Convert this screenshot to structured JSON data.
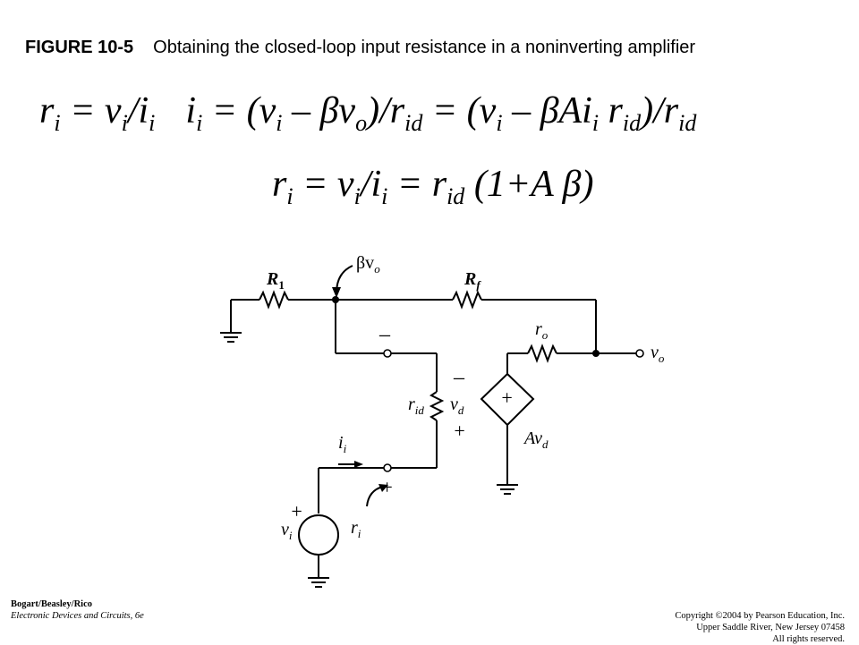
{
  "caption": {
    "figure": "FIGURE 10-5",
    "title": "Obtaining the closed-loop input resistance in a noninverting amplifier"
  },
  "equations": {
    "line1": {
      "a_lhs": "r",
      "a_lhs_sub": "i",
      "a_eq": " = v",
      "a_v_sub": "i",
      "a_slash": "/i",
      "a_i_sub": "i",
      "b_lhs": "i",
      "b_lhs_sub": "i",
      "b_eq": " = (v",
      "b_v_sub": "i",
      "b_mid": " – βv",
      "b_vo_sub": "o",
      "b_mid2": ")/r",
      "b_rid_sub": "id",
      "b_eq2": " = (v",
      "b_v2_sub": "i",
      "b_mid3": " – βAi",
      "b_ai_sub": "i",
      "b_r": " r",
      "b_r_sub": "id",
      "b_end": ")/r",
      "b_end_sub": "id"
    },
    "line2": {
      "lhs": "r",
      "lhs_sub": "i",
      "eq": " = v",
      "v_sub": "i",
      "slash": "/i",
      "i_sub": "i",
      "eq2": " = r",
      "r_sub": "id",
      "tail": " (1+A β)"
    }
  },
  "circuit": {
    "labels": {
      "r1": "R",
      "r1_sub": "1",
      "rf": "R",
      "rf_sub": "f",
      "beta_vo": "βv",
      "beta_vo_sub": "o",
      "ro": "r",
      "ro_sub": "o",
      "vo": "v",
      "vo_sub": "o",
      "rid": "r",
      "rid_sub": "id",
      "vd": "v",
      "vd_sub": "d",
      "avd": "Av",
      "avd_sub": "d",
      "ii": "i",
      "ii_sub": "i",
      "vi": "v",
      "vi_sub": "i",
      "ri": "r",
      "ri_sub": "i",
      "minus_top": "–",
      "minus_vd": "–",
      "plus_vd": "+",
      "plus_bottom": "+",
      "plus_vi": "+",
      "plus_src": "+"
    }
  },
  "credits": {
    "authors": "Bogart/Beasley/Rico",
    "book": "Electronic Devices and Circuits, 6e",
    "copyright": "Copyright ©2004 by Pearson Education, Inc.",
    "address": "Upper Saddle River, New Jersey 07458",
    "rights": "All rights reserved."
  }
}
